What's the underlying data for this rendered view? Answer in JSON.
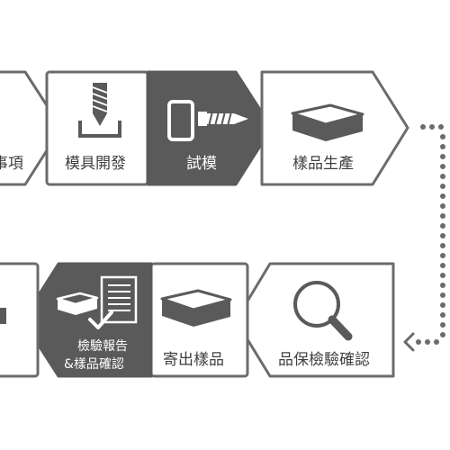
{
  "colors": {
    "stroke": "#6b6b6b",
    "dark_fill": "#5a5a5a",
    "text": "#3f3f3f",
    "background": "#ffffff"
  },
  "row1": {
    "step0_partial_label": "事項",
    "step1_label": "模具開發",
    "step2_label": "試模",
    "step3_label": "樣品生產"
  },
  "row2": {
    "step4_label": "品保檢驗確認",
    "step5_label": "寄出樣品",
    "step6_label_line1": "檢驗報告",
    "step6_label_line2": "&樣品確認"
  },
  "icons": {
    "step1": "screw-in-holder-icon",
    "step2": "screw-into-block-icon",
    "step3": "box-icon",
    "step4": "magnifier-icon",
    "step5": "box-icon",
    "step6": "box-and-checklist-icon"
  }
}
